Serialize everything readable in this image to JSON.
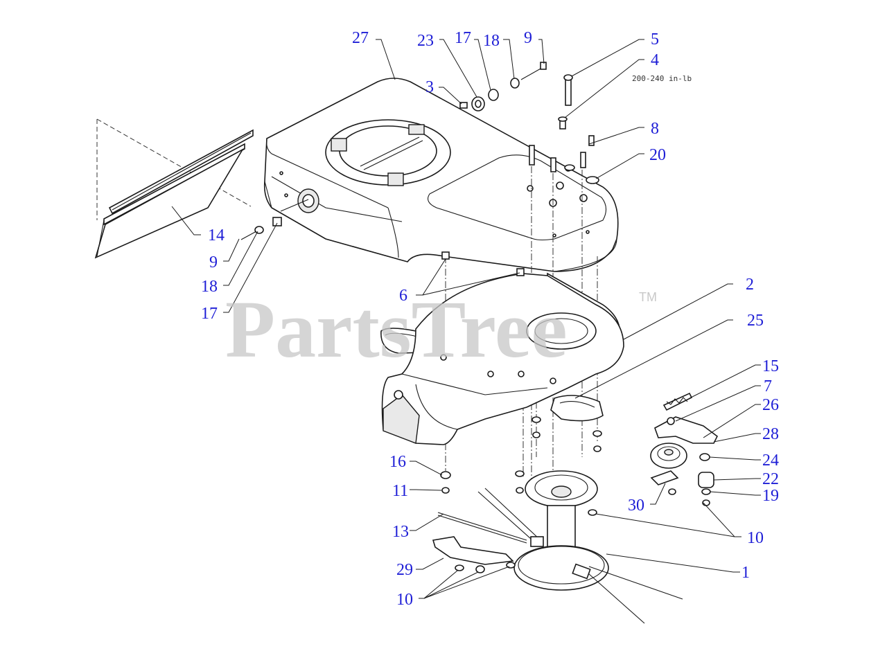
{
  "diagram": {
    "watermark": "PartsTree",
    "trademark": "TM",
    "torque_note": "200-240 in-lb",
    "callouts": {
      "c27": "27",
      "c23": "23",
      "c17_top": "17",
      "c18_top": "18",
      "c9_top": "9",
      "c5": "5",
      "c4": "4",
      "c3": "3",
      "c8": "8",
      "c20": "20",
      "c14": "14",
      "c9_left": "9",
      "c18_left": "18",
      "c17_left": "17",
      "c6": "6",
      "c2": "2",
      "c25": "25",
      "c15": "15",
      "c7": "7",
      "c26": "26",
      "c28": "28",
      "c24": "24",
      "c22": "22",
      "c19": "19",
      "c30": "30",
      "c16": "16",
      "c11": "11",
      "c13": "13",
      "c10_right": "10",
      "c29": "29",
      "c1": "1",
      "c10_left": "10"
    }
  }
}
